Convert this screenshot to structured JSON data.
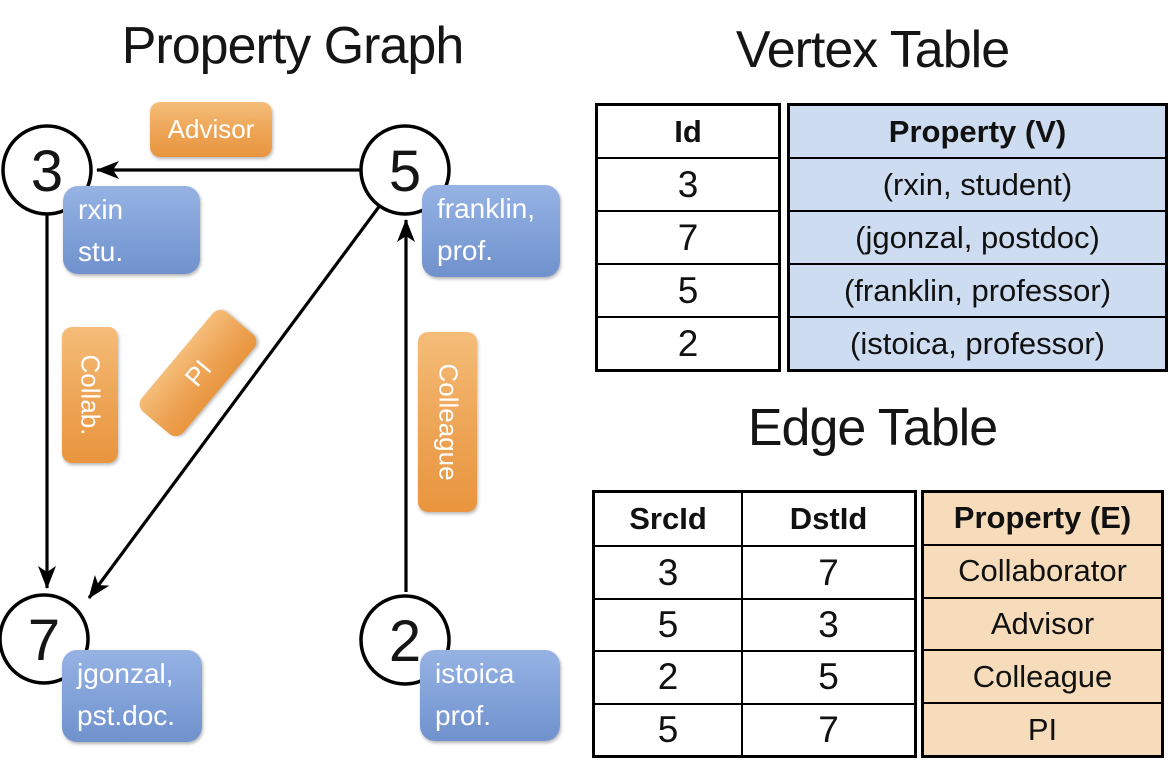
{
  "titles": {
    "graph": "Property Graph",
    "vertex_table": "Vertex Table",
    "edge_table": "Edge Table"
  },
  "colors": {
    "edge_label_orange": "#ED9C44",
    "node_label_blue": "#7E9CD4",
    "vertex_table_fill": "#CDDCF0",
    "edge_table_fill": "#F6DCBA",
    "line_black": "#000000"
  },
  "graph": {
    "nodes": [
      {
        "id": "3",
        "label_line1": "rxin",
        "label_line2": "stu."
      },
      {
        "id": "5",
        "label_line1": "franklin,",
        "label_line2": "prof."
      },
      {
        "id": "7",
        "label_line1": "jgonzal,",
        "label_line2": "pst.doc."
      },
      {
        "id": "2",
        "label_line1": "istoica",
        "label_line2": "prof."
      }
    ],
    "edge_labels": {
      "advisor": "Advisor",
      "collab": "Collab.",
      "pi": "PI",
      "colleague": "Colleague"
    }
  },
  "vertex_table": {
    "columns": [
      "Id",
      "Property (V)"
    ],
    "rows": [
      [
        "3",
        "(rxin, student)"
      ],
      [
        "7",
        "(jgonzal, postdoc)"
      ],
      [
        "5",
        "(franklin, professor)"
      ],
      [
        "2",
        "(istoica, professor)"
      ]
    ]
  },
  "edge_table": {
    "columns": [
      "SrcId",
      "DstId",
      "Property (E)"
    ],
    "rows": [
      [
        "3",
        "7",
        "Collaborator"
      ],
      [
        "5",
        "3",
        "Advisor"
      ],
      [
        "2",
        "5",
        "Colleague"
      ],
      [
        "5",
        "7",
        "PI"
      ]
    ]
  }
}
